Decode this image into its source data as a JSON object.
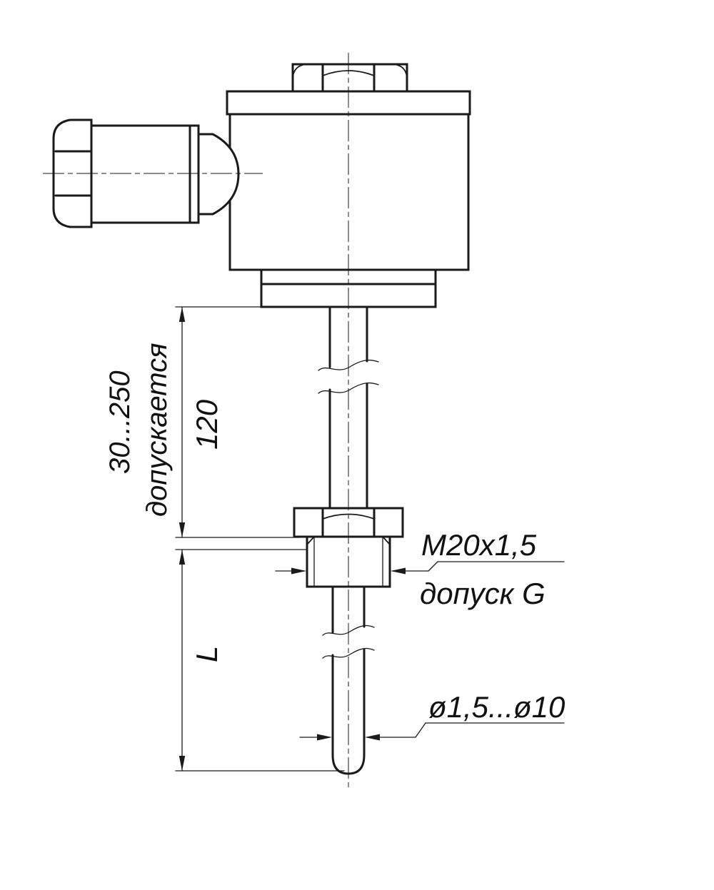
{
  "drawing": {
    "labels": {
      "note_line1": "допускается",
      "note_line2": "30...250",
      "dim_immersion": "120",
      "dim_length": "L",
      "thread_spec": "M20x1,5",
      "thread_tolerance": "допуск G",
      "probe_diameter": "ø1,5...ø10"
    },
    "colors": {
      "line": "#1a1a1a",
      "background": "#ffffff"
    }
  }
}
